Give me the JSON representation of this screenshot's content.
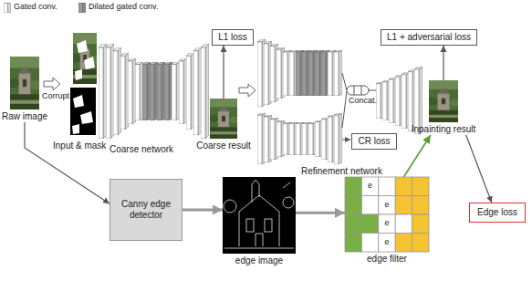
{
  "diagram": {
    "nodes": [
      {
        "text": [
          "L1 loss"
        ]
      },
      {
        "text": [
          "L1 + adversarial loss"
        ]
      },
      {
        "text": [
          "Raw image"
        ]
      },
      {
        "text": [
          "Coarse result"
        ]
      },
      {
        "text": [
          "CR loss"
        ]
      },
      {
        "text": [
          "Inpainting result"
        ]
      },
      {
        "text": [
          "Edge loss"
        ]
      },
      {
        "text": [
          "Canny edge detector"
        ]
      },
      {
        "text": [
          "edge image"
        ]
      },
      {
        "text": [
          "edge filter"
        ]
      }
    ],
    "edges": [
      {
        "from": 3,
        "to": 0,
        "arrow": "to"
      },
      {
        "from": 5,
        "to": 1,
        "arrow": "to"
      },
      {
        "from": 2,
        "to": 7,
        "arrow": "to"
      },
      {
        "from": 7,
        "to": 8,
        "arrow": "to"
      },
      {
        "from": 8,
        "to": 9,
        "arrow": "to"
      },
      {
        "from": 9,
        "to": 5,
        "arrow": "to"
      },
      {
        "from": 5,
        "to": 6,
        "arrow": "to"
      }
    ],
    "labels": [
      "Corrupt",
      "Input & mask",
      "Coarse network",
      "Refinement network",
      "Concat.",
      "e",
      "e",
      "e",
      "e"
    ],
    "legend": [
      {
        "text": "Gated conv."
      },
      {
        "text": "Dilated gated conv."
      }
    ]
  }
}
